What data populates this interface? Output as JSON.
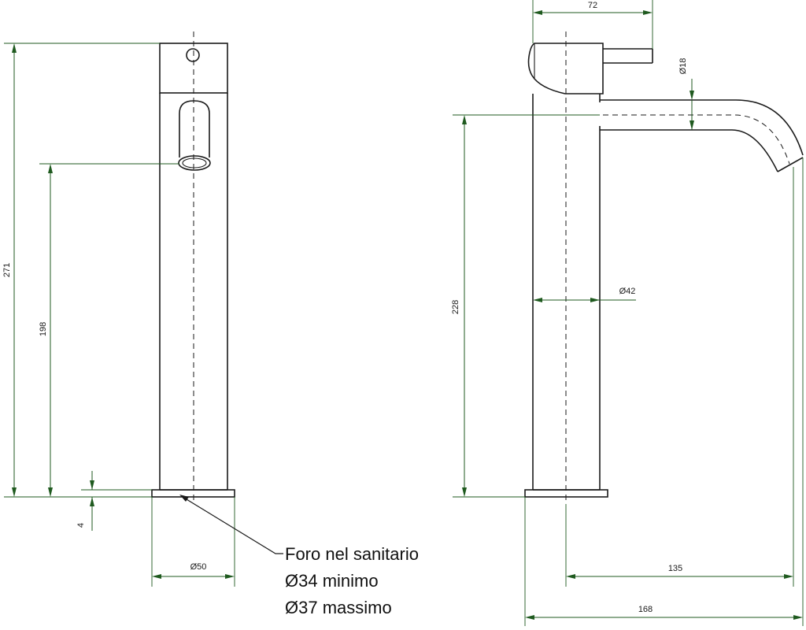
{
  "dimensions": {
    "total_height": "271",
    "spout_height": "198",
    "base_thickness": "4",
    "base_diameter": "Ø50",
    "handle_length": "72",
    "handle_diameter": "Ø18",
    "body_height": "228",
    "body_diameter": "Ø42",
    "spout_reach": "135",
    "total_reach": "168"
  },
  "note": {
    "line1": "Foro nel sanitario",
    "line2": "Ø34 minimo",
    "line3": "Ø37 massimo"
  },
  "colors": {
    "outline": "#1a1a1a",
    "dimension": "#1f5a1f"
  }
}
